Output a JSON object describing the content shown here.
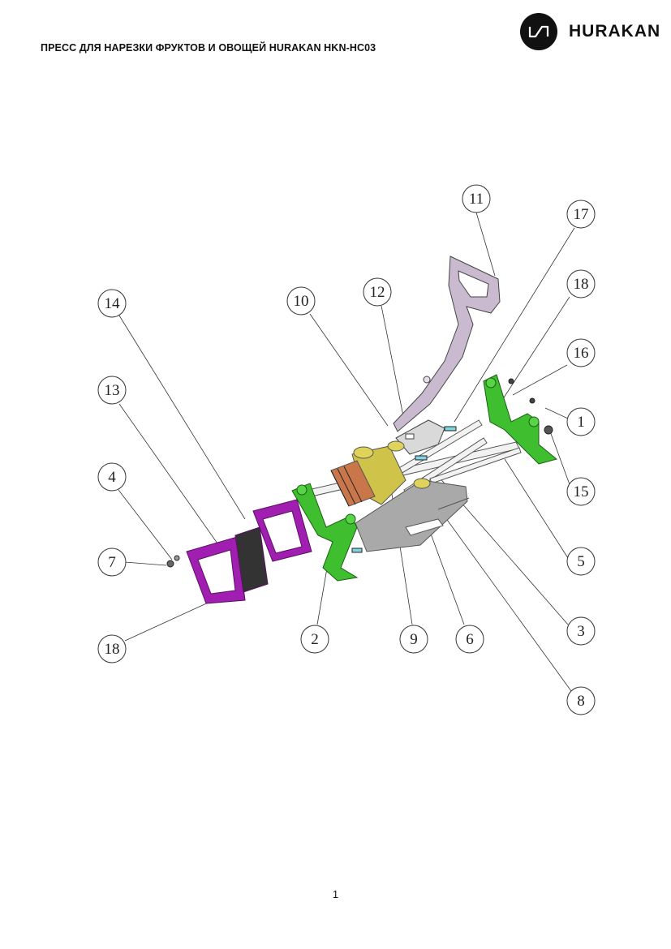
{
  "header": {
    "title": "ПРЕСС ДЛЯ НАРЕЗКИ ФРУКТОВ И ОВОЩЕЙ HURAKAN HKN-HC03"
  },
  "brand": {
    "name": "HURAKAN",
    "logo_icon": "hurakan-logo-icon"
  },
  "diagram": {
    "callouts": [
      {
        "id": "c1",
        "label": "1"
      },
      {
        "id": "c2",
        "label": "2"
      },
      {
        "id": "c3",
        "label": "3"
      },
      {
        "id": "c4",
        "label": "4"
      },
      {
        "id": "c5",
        "label": "5"
      },
      {
        "id": "c6",
        "label": "6"
      },
      {
        "id": "c7",
        "label": "7"
      },
      {
        "id": "c8",
        "label": "8"
      },
      {
        "id": "c9",
        "label": "9"
      },
      {
        "id": "c10",
        "label": "10"
      },
      {
        "id": "c11",
        "label": "11"
      },
      {
        "id": "c12",
        "label": "12"
      },
      {
        "id": "c13",
        "label": "13"
      },
      {
        "id": "c14",
        "label": "14"
      },
      {
        "id": "c15",
        "label": "15"
      },
      {
        "id": "c16",
        "label": "16"
      },
      {
        "id": "c17",
        "label": "17"
      },
      {
        "id": "c18a",
        "label": "18"
      },
      {
        "id": "c18b",
        "label": "18"
      }
    ],
    "colors": {
      "frame_green": "#3fbf2f",
      "pusher_purple": "#a11fb0",
      "handle_lilac": "#c9bad0",
      "plate_gray": "#a9a9a9",
      "blade_block_yellow": "#cfc34a",
      "blade_orange": "#c9774a",
      "rod_white": "#f2f2f2",
      "pin_cyan": "#7fd6e0"
    }
  },
  "footer": {
    "page_number": "1"
  }
}
